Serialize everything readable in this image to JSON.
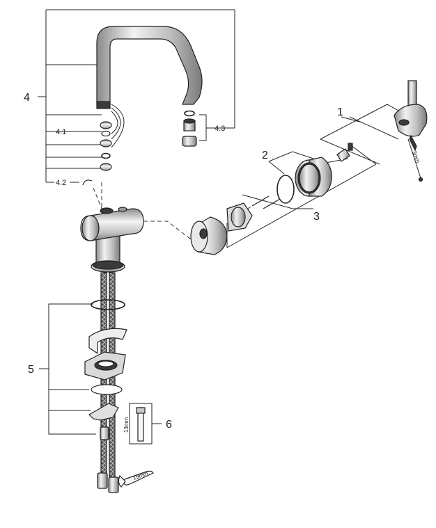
{
  "callouts": {
    "c1": "1",
    "c2": "2",
    "c3": "3",
    "c4": "4",
    "c4_1": "4.1",
    "c4_2": "4.2",
    "c4_3": "4.3",
    "c5": "5",
    "c6": "6"
  },
  "dimensions": {
    "hex_key": "3mm",
    "spanner_13": "13mm",
    "spanner_19": "19mm"
  },
  "icons": [
    "spout-icon",
    "aerator-icon",
    "lever-handle-icon",
    "cartridge-icon",
    "mounting-bracket-icon",
    "hose-icon",
    "spanner-icon"
  ]
}
